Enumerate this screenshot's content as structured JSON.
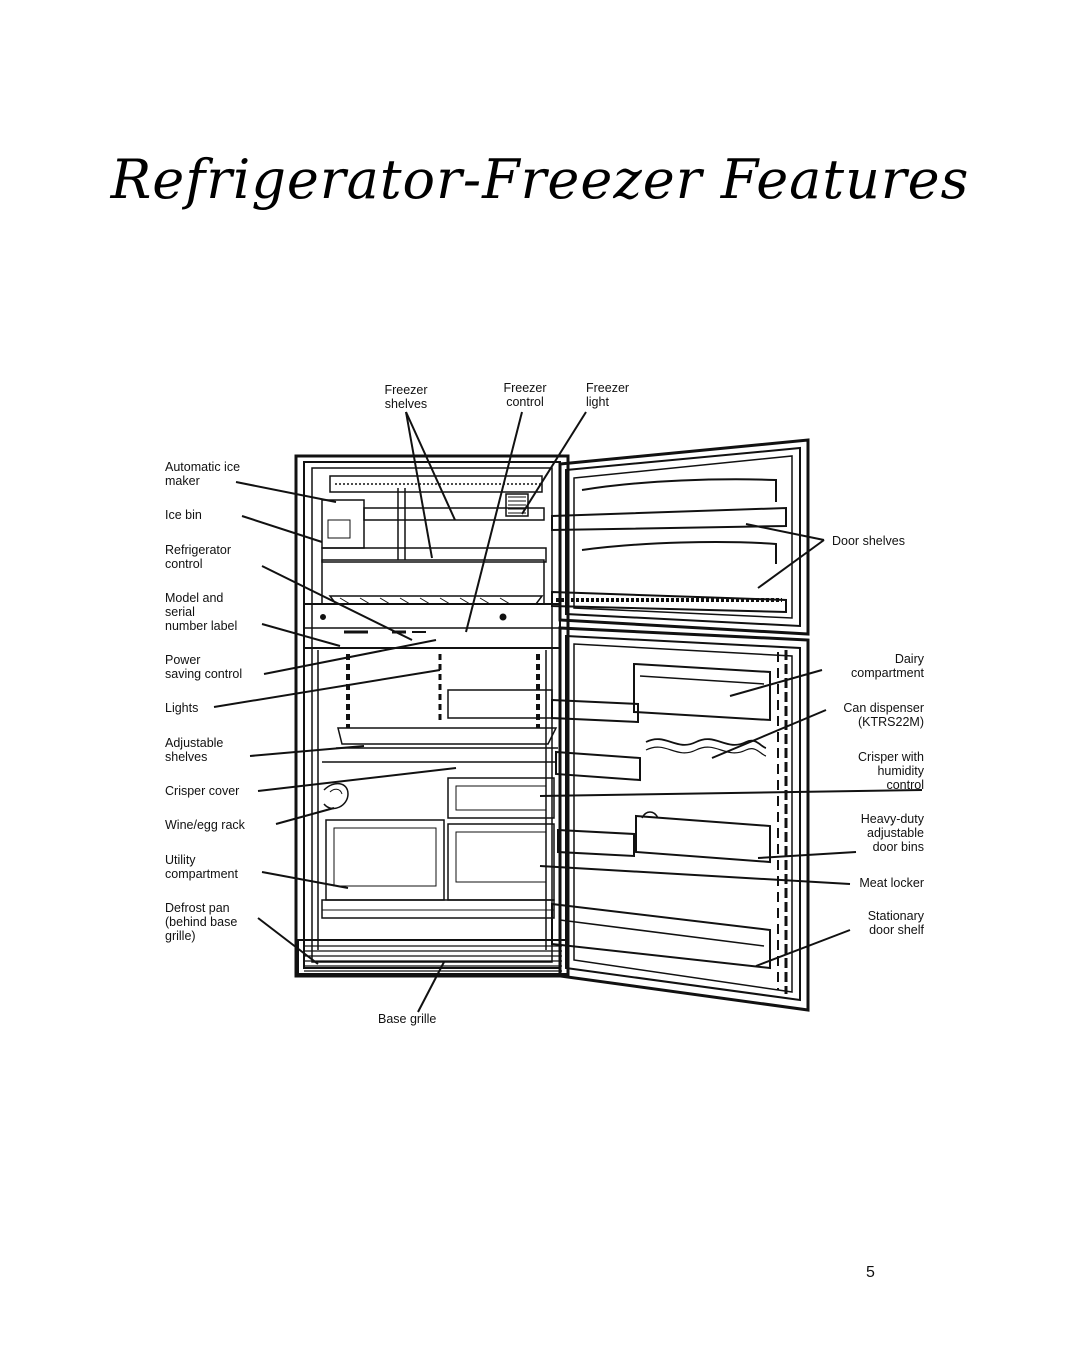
{
  "page": {
    "title": "Refrigerator-Freezer Features",
    "page_number": "5"
  },
  "callouts": {
    "freezer_shelves": "Freezer\nshelves",
    "freezer_control": "Freezer\ncontrol",
    "freezer_light": "Freezer\nlight",
    "automatic_ice_maker": "Automatic ice\nmaker",
    "ice_bin": "Ice bin",
    "refrigerator_control": "Refrigerator\ncontrol",
    "model_serial_label": "Model and\nserial\nnumber label",
    "power_saving_control": "Power\nsaving control",
    "lights": "Lights",
    "adjustable_shelves": "Adjustable\nshelves",
    "crisper_cover": "Crisper cover",
    "wine_egg_rack": "Wine/egg rack",
    "utility_compartment": "Utility\ncompartment",
    "defrost_pan": "Defrost pan\n(behind base\ngrille)",
    "base_grille": "Base grille",
    "door_shelves": "Door shelves",
    "dairy_compartment": "Dairy\ncompartment",
    "can_dispenser": "Can dispenser\n(KTRS22M)",
    "crisper_humidity": "Crisper with\nhumidity\ncontrol",
    "heavy_duty_bins": "Heavy-duty\nadjustable\ndoor bins",
    "meat_locker": "Meat locker",
    "stationary_door_shelf": "Stationary\ndoor shelf"
  }
}
